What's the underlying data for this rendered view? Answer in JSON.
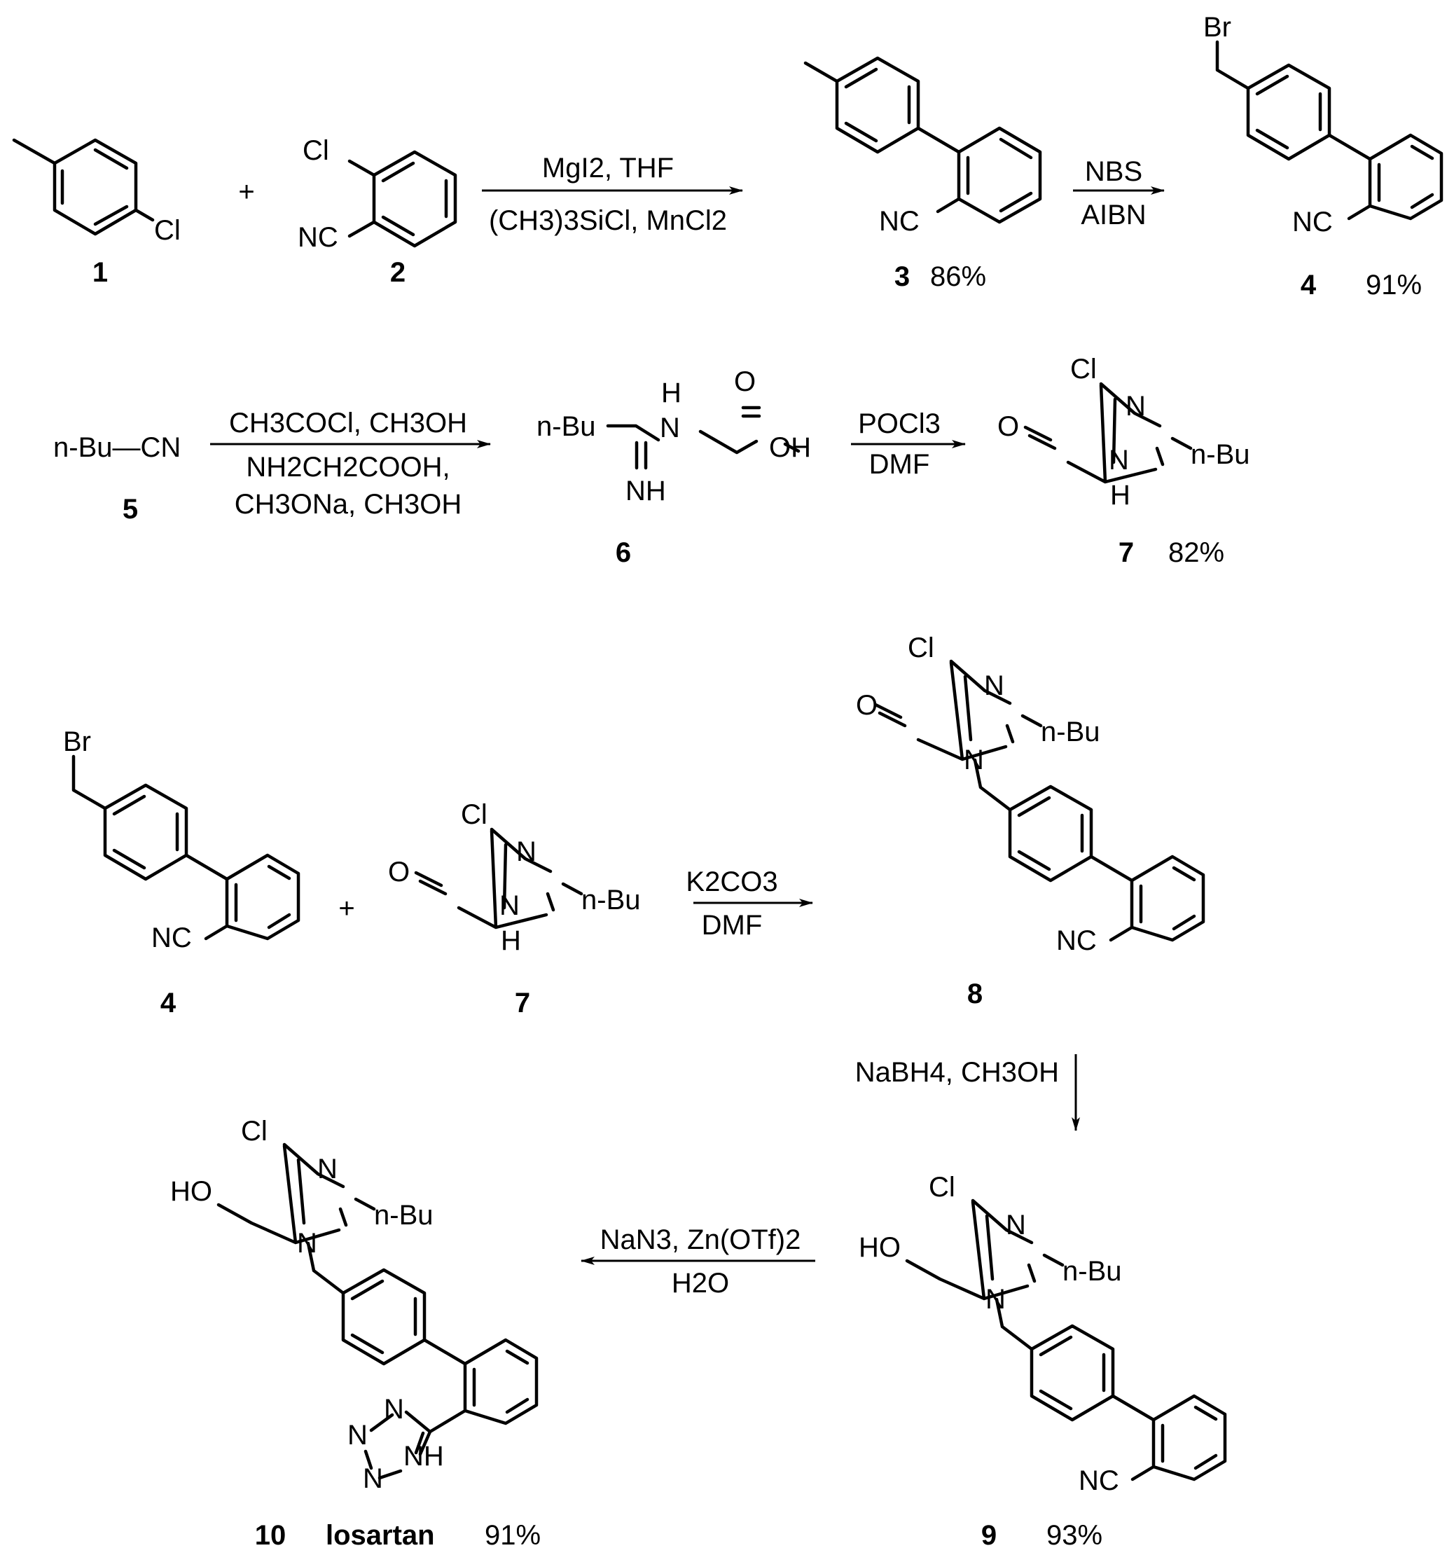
{
  "plus_sign": "+",
  "compounds": {
    "c1": {
      "label": "1",
      "atoms": [
        "Cl"
      ]
    },
    "c2": {
      "label": "2",
      "atoms": [
        "Cl",
        "NC"
      ]
    },
    "c3": {
      "label": "3",
      "yield": "86%",
      "atoms": [
        "NC"
      ]
    },
    "c4": {
      "label": "4",
      "yield": "91%",
      "atoms": [
        "Br",
        "NC"
      ]
    },
    "c5": {
      "label": "5",
      "formula": "n-Bu—CN"
    },
    "c6": {
      "label": "6",
      "atoms": [
        "n-Bu",
        "H",
        "N",
        "O",
        "OH",
        "NH"
      ]
    },
    "c7": {
      "label": "7",
      "yield": "82%",
      "atoms": [
        "Cl",
        "N",
        "O",
        "n-Bu",
        "N",
        "H"
      ]
    },
    "c8": {
      "label": "8",
      "atoms": [
        "Cl",
        "N",
        "O",
        "n-Bu",
        "N",
        "NC"
      ]
    },
    "c9": {
      "label": "9",
      "yield": "93%",
      "atoms": [
        "Cl",
        "N",
        "HO",
        "n-Bu",
        "N",
        "NC"
      ]
    },
    "c10": {
      "label": "10",
      "name": "losartan",
      "yield": "91%",
      "atoms": [
        "Cl",
        "N",
        "HO",
        "n-Bu",
        "N",
        "N",
        "N",
        "N",
        "NH"
      ]
    }
  },
  "reagents": {
    "step1": {
      "line1": "MgI2, THF",
      "line2": "(CH3)3SiCl, MnCl2"
    },
    "step2": {
      "line1": "NBS",
      "line2": "AIBN"
    },
    "step3": {
      "line1": "CH3COCl, CH3OH",
      "line2": "NH2CH2COOH,",
      "line3": "CH3ONa, CH3OH"
    },
    "step4": {
      "line1": "POCl3",
      "line2": "DMF"
    },
    "step5": {
      "line1": "K2CO3",
      "line2": "DMF"
    },
    "step6": {
      "line1": "NaBH4, CH3OH"
    },
    "step7": {
      "line1": "NaN3, Zn(OTf)2",
      "line2": "H2O"
    }
  },
  "colors": {
    "ink": "#000000",
    "background": "#ffffff"
  }
}
